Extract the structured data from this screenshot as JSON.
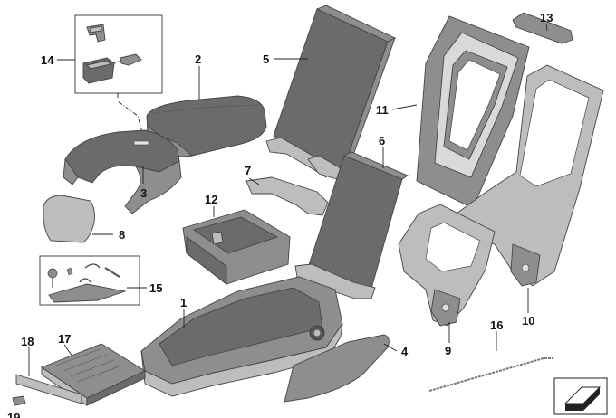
{
  "labels": {
    "p1": "1",
    "p2": "2",
    "p3": "3",
    "p4": "4",
    "p5": "5",
    "p6": "6",
    "p7": "7",
    "p8": "8",
    "p9": "9",
    "p10": "10",
    "p11": "11",
    "p12": "12",
    "p13": "13",
    "p14": "14",
    "p15": "15",
    "p16": "16",
    "p17": "17",
    "p18": "18",
    "p19": "19"
  },
  "colors": {
    "background": "#ffffff",
    "part_dark": "#6b6b6b",
    "part_mid": "#8e8e8e",
    "part_light": "#bdbdbd",
    "outline": "#444444"
  },
  "icons": {
    "view_indicator": "view-direction-icon"
  }
}
